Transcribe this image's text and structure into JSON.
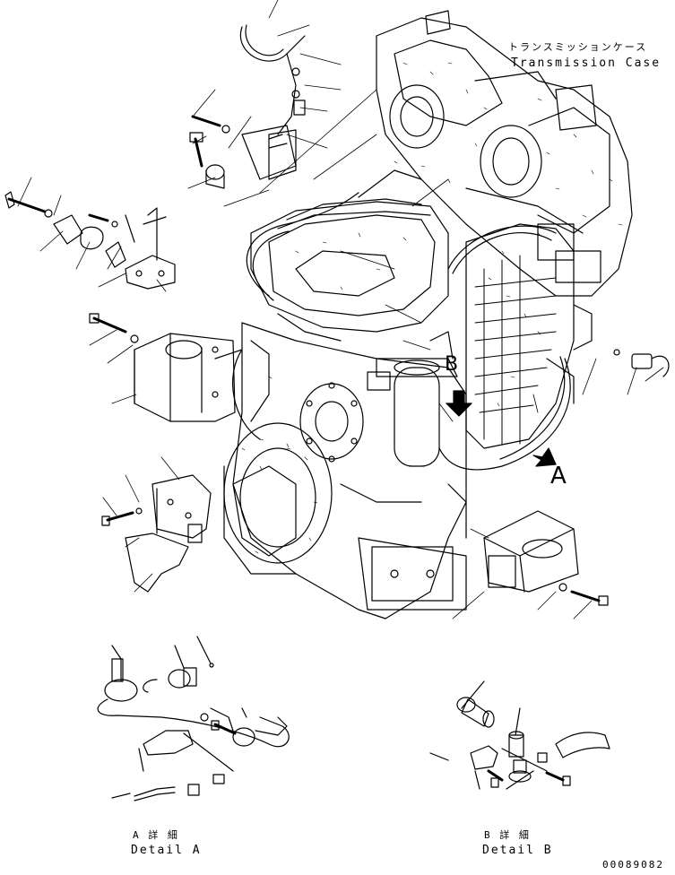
{
  "labels": {
    "transmission_case_jp": "トランスミッションケース",
    "transmission_case_en": "Transmission Case",
    "marker_a": "A",
    "marker_b": "B",
    "detail_a_jp": "A 詳 細",
    "detail_a_en": "Detail A",
    "detail_b_jp": "B 詳 細",
    "detail_b_en": "Detail B",
    "drawing_number": "00089082"
  }
}
